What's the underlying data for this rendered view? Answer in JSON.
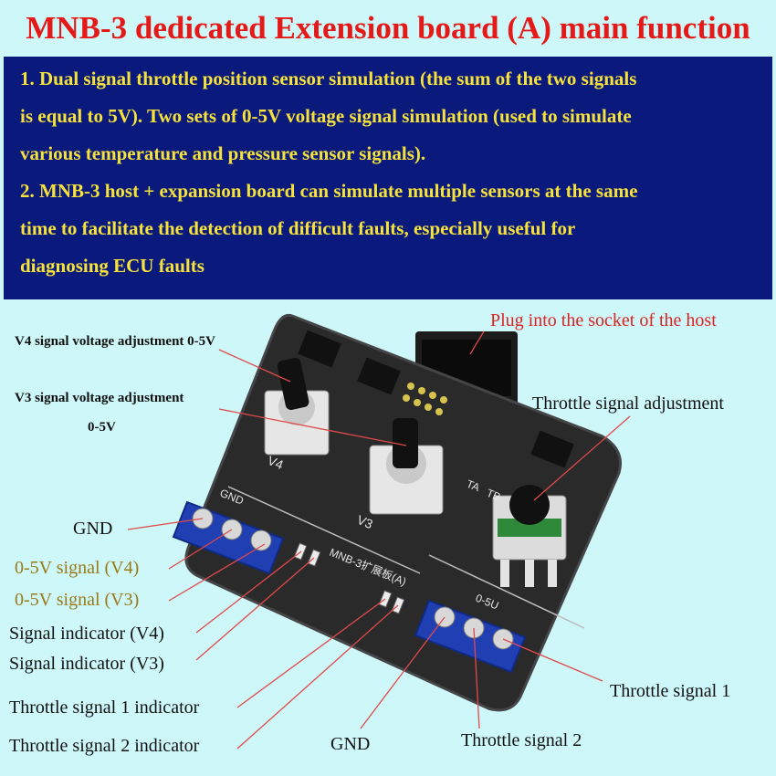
{
  "title": "MNB-3 dedicated Extension board (A) main function",
  "description": {
    "line1": "1. Dual signal throttle position sensor simulation (the sum of the two signals",
    "line2": "is equal to 5V). Two sets of 0-5V voltage signal simulation (used to simulate",
    "line3": "various temperature and pressure sensor signals).",
    "line4": "2. MNB-3 host + expansion board can simulate multiple sensors at the same",
    "line5": "time to facilitate the detection of difficult faults, especially useful for",
    "line6": "diagnosing ECU faults"
  },
  "labels": {
    "v4_adjust": "V4 signal voltage adjustment 0-5V",
    "v3_adjust_a": "V3 signal voltage adjustment",
    "v3_adjust_b": "0-5V",
    "plug": "Plug into the socket of the host",
    "throttle_adjust": "Throttle signal adjustment",
    "gnd_left": "GND",
    "signal_v4": "0-5V signal (V4)",
    "signal_v3": "0-5V signal (V3)",
    "indicator_v4": "Signal indicator (V4)",
    "indicator_v3": "Signal indicator (V3)",
    "throttle1_indicator": "Throttle signal 1 indicator",
    "throttle2_indicator": "Throttle signal 2 indicator",
    "gnd_bottom": "GND",
    "throttle2": "Throttle signal 2",
    "throttle1": "Throttle signal 1"
  },
  "board_silk": {
    "v4": "V4",
    "v3": "V3",
    "range": "0-5U",
    "gnd": "GND",
    "ta": "TA",
    "tb": "TB",
    "model": "MNB-3扩展板(A)"
  },
  "colors": {
    "title": "#e61919",
    "panel_bg": "#0a1a7c",
    "panel_text": "#f6e23a",
    "background": "#cdf7f9",
    "red_label": "#d22",
    "gold_label": "#9a7a17",
    "pointer_line": "#e04a4a"
  }
}
